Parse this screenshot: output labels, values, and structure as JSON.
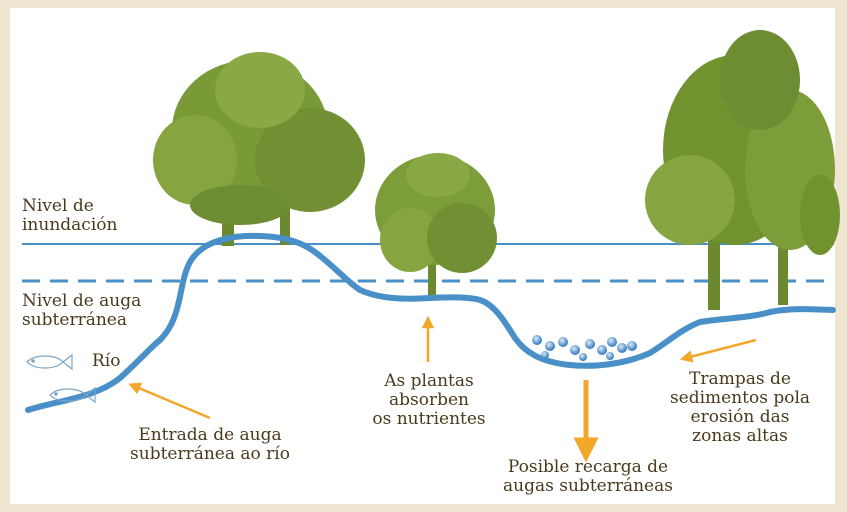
{
  "labels": {
    "flood_level": "Nivel de\ninundación",
    "groundwater_level": "Nivel de auga\nsubterránea",
    "river": "Río",
    "groundwater_inflow": "Entrada de auga\nsubterránea ao río",
    "plants_absorb": "As plantas\nabsorben\nos nutrientes",
    "recharge": "Posible recarga de\naugas subterráneas",
    "sediment_traps": "Trampas de\nsedimentos pola\nerosión das\nzonas altas"
  },
  "colors": {
    "background": "#efe6d2",
    "panel": "#ffffff",
    "water_line": "#4a90c8",
    "arrow": "#f2a72a",
    "tree": "#7a9a38",
    "text": "#4a3a1c"
  },
  "icons": [
    "fish-icon",
    "tree-icon",
    "sediment-pebbles-icon",
    "arrow-icon"
  ]
}
